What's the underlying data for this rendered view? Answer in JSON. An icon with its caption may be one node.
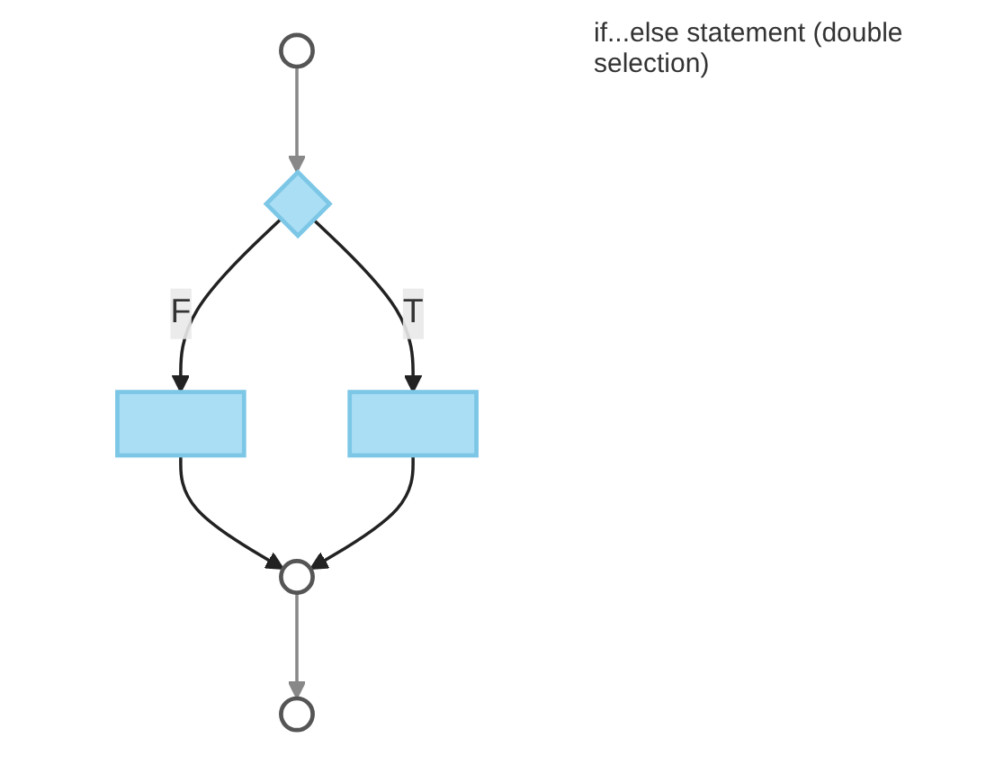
{
  "diagram": {
    "nodes": [
      {
        "text": [],
        "shape": "circle"
      },
      {
        "text": [],
        "shape": "diamond"
      },
      {
        "text": [],
        "shape": "box"
      },
      {
        "text": [],
        "shape": "box"
      },
      {
        "text": [],
        "shape": "circle"
      },
      {
        "text": [],
        "shape": "circle"
      }
    ],
    "edges": [
      {
        "from": 0,
        "to": 1,
        "arrow": "to",
        "color": "#888888"
      },
      {
        "from": 1,
        "to": 2,
        "arrow": "to",
        "label": "F"
      },
      {
        "from": 1,
        "to": 3,
        "arrow": "to",
        "label": "T"
      },
      {
        "from": 2,
        "to": 4,
        "arrow": "to"
      },
      {
        "from": 3,
        "to": 4,
        "arrow": "to"
      },
      {
        "from": 4,
        "to": 5,
        "arrow": "to",
        "color": "#888888"
      }
    ],
    "labels": [
      "if...else statement (double selection)"
    ]
  }
}
